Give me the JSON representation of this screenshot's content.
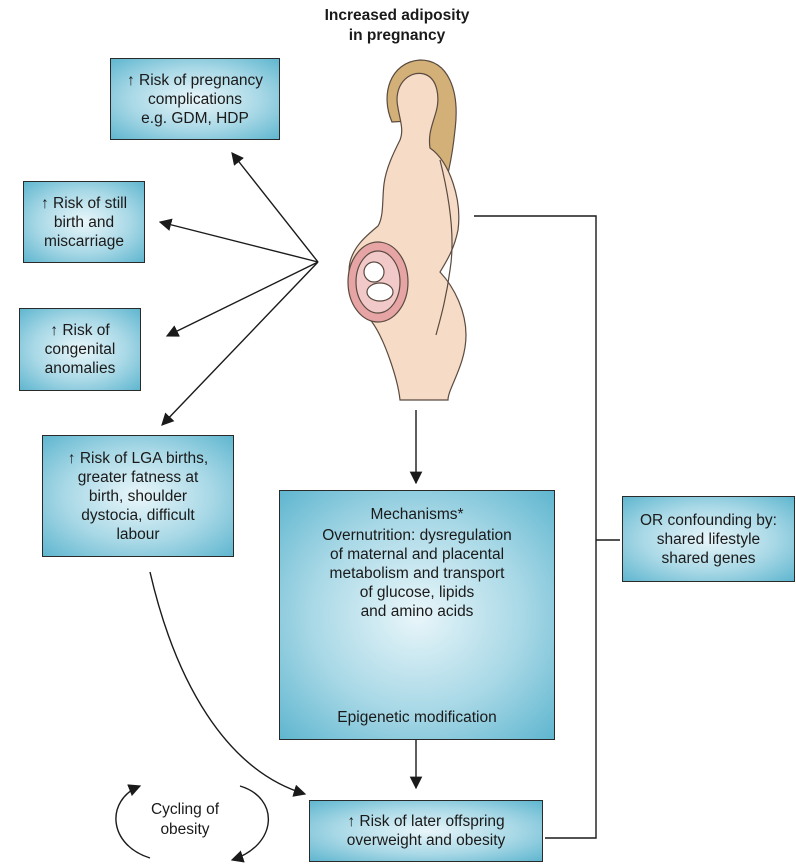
{
  "top_label": [
    "Increased adiposity",
    "in pregnancy"
  ],
  "boxes": {
    "pregnancy_complications": [
      "↑ Risk of pregnancy",
      "complications",
      "e.g. GDM, HDP"
    ],
    "stillbirth": [
      "↑ Risk of still",
      "birth and",
      "miscarriage"
    ],
    "congenital": [
      "↑ Risk of",
      "congenital",
      "anomalies"
    ],
    "lga": [
      "↑ Risk of LGA births,",
      "greater fatness at",
      "birth, shoulder",
      "dystocia, difficult",
      "labour"
    ],
    "mechanisms": {
      "title": "Mechanisms*",
      "body": [
        "Overnutrition: dysregulation",
        "of maternal and placental",
        "metabolism and transport",
        "of glucose, lipids",
        "and amino acids"
      ],
      "footer": "Epigenetic modification"
    },
    "confounding": [
      "OR confounding by:",
      "shared lifestyle",
      "shared genes"
    ],
    "later_obesity": [
      "↑ Risk of later offspring",
      "overweight and obesity"
    ]
  },
  "cycling_label": [
    "Cycling of",
    "obesity"
  ],
  "colors": {
    "box_fill_center": "#e9f6fa",
    "box_fill_edge": "#5fb6cf",
    "skin": "#f6dcc6",
    "hair": "#d2b078",
    "womb": "#e6a4a4",
    "line": "#1a1a1a"
  }
}
